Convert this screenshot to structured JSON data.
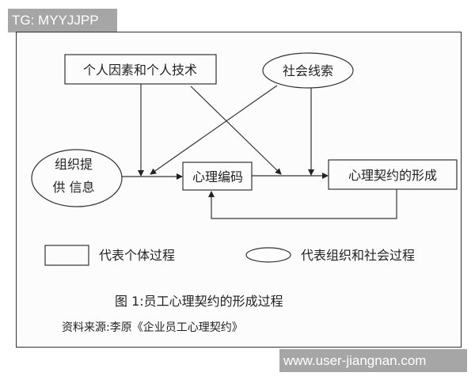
{
  "watermarks": {
    "top": "TG: MYYJJPP",
    "bottom": "www.user-jiangnan.com"
  },
  "diagram": {
    "nodes": {
      "personal_factors": "个人因素和个人技术",
      "social_cues": "社会线索",
      "org_info_line1": "组织提",
      "org_info_line2": "供 信息",
      "psych_encoding": "心理编码",
      "contract_formation": "心理契约的形成"
    },
    "legend": {
      "rect_label": "代表个体过程",
      "ellipse_label": "代表组织和社会过程"
    },
    "caption": "图 1:员工心理契约的形成过程",
    "source": "资料来源:李原《企业员工心理契约》"
  }
}
